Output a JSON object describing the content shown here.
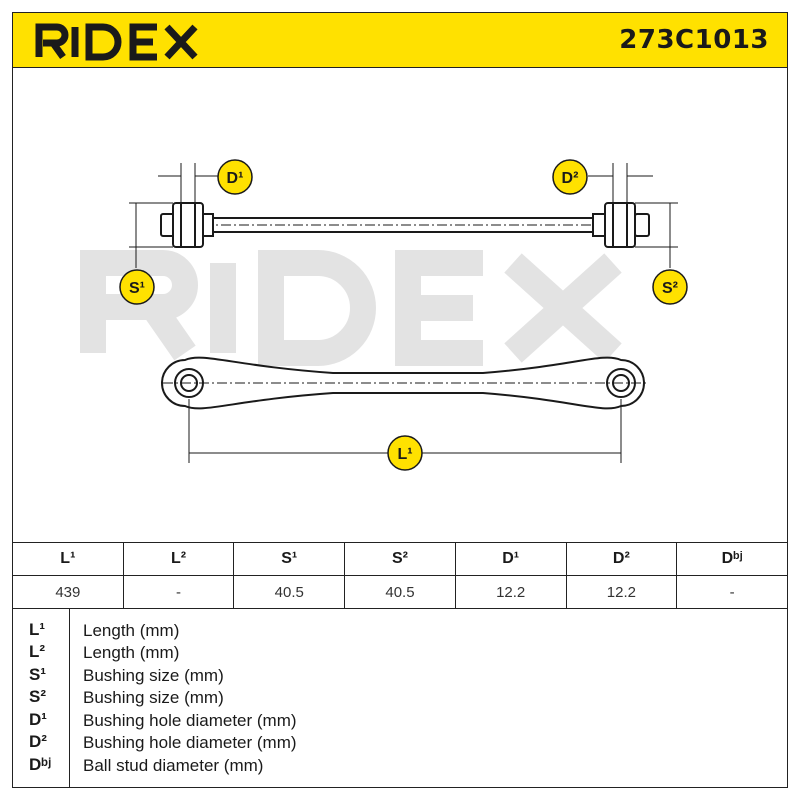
{
  "header": {
    "brand": "RIDEX",
    "part_number": "273C1013"
  },
  "colors": {
    "brand_yellow": "#ffe100",
    "line": "#1a1a1a",
    "watermark": "#e3e3e3"
  },
  "drawing": {
    "labels": {
      "d1": "D¹",
      "d2": "D²",
      "s1": "S¹",
      "s2": "S²",
      "l1": "L¹"
    }
  },
  "spec_table": {
    "headers": [
      "L¹",
      "L²",
      "S¹",
      "S²",
      "D¹",
      "D²",
      "Dᵇʲ"
    ],
    "values": [
      "439",
      "-",
      "40.5",
      "40.5",
      "12.2",
      "12.2",
      "-"
    ]
  },
  "legend": [
    {
      "symbol": "L¹",
      "text": "Length (mm)"
    },
    {
      "symbol": "L²",
      "text": "Length (mm)"
    },
    {
      "symbol": "S¹",
      "text": "Bushing size (mm)"
    },
    {
      "symbol": "S²",
      "text": "Bushing size (mm)"
    },
    {
      "symbol": "D¹",
      "text": "Bushing hole diameter (mm)"
    },
    {
      "symbol": "D²",
      "text": "Bushing hole diameter (mm)"
    },
    {
      "symbol": "Dᵇʲ",
      "text": "Ball stud diameter (mm)"
    }
  ]
}
